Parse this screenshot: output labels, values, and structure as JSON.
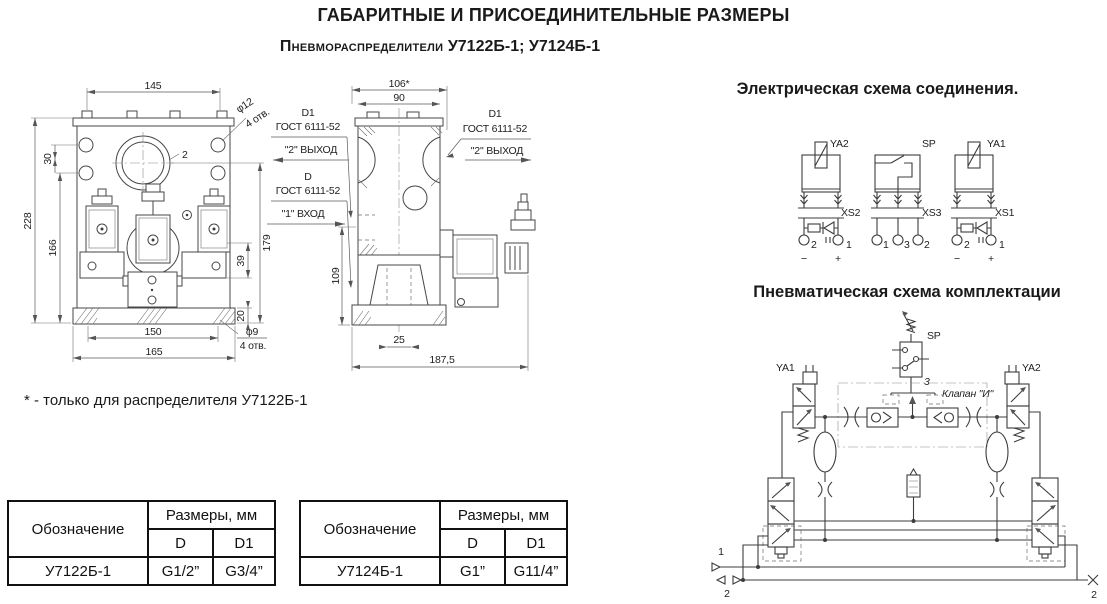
{
  "page": {
    "title": "ГАБАРИТНЫЕ И ПРИСОЕДИНИТЕЛЬНЫЕ РАЗМЕРЫ",
    "subtitle_word": "Пневмораспределители",
    "subtitle_models": "У7122Б-1; У7124Б-1",
    "footnote": "* - только для распределителя У7122Б-1"
  },
  "front": {
    "d145": "145",
    "d228": "228",
    "d166": "166",
    "d30": "30",
    "d179": "179",
    "d39": "39",
    "d20": "20",
    "d150": "150",
    "d165": "165",
    "phi12": "φ12",
    "phi12_qty": "4 отв.",
    "phi9": "φ9",
    "phi9_qty": "4 отв.",
    "port2": "2",
    "d1": "D1",
    "gost_d1": "ГОСТ 6111-52",
    "out2": "\"2\" ВЫХОД",
    "d": "D",
    "gost_d": "ГОСТ 6111-52",
    "in1": "\"1\" ВХОД"
  },
  "side": {
    "d106": "106*",
    "d90": "90",
    "d109": "109",
    "d25": "25",
    "d1875": "187,5",
    "d1": "D1",
    "gost": "ГОСТ 6111-52",
    "out2": "\"2\" ВЫХОД"
  },
  "electrical": {
    "title": "Электрическая схема соединения.",
    "ya2": "YA2",
    "sp": "SP",
    "ya1": "YA1",
    "xs2": "XS2",
    "xs3": "XS3",
    "xs1": "XS1",
    "n1": "1",
    "n2": "2",
    "n3": "3",
    "minus": "−",
    "plus": "+"
  },
  "pneumatic": {
    "title": "Пневматическая схема комплектации",
    "sp": "SP",
    "ya1": "YA1",
    "ya2": "YA2",
    "and_valve": "Клапан \"И\"",
    "n3": "3",
    "p1": "1",
    "p2": "2"
  },
  "tables": {
    "t1": {
      "designation_header": "Обозначение",
      "sizes_header": "Размеры, мм",
      "d": "D",
      "d1": "D1",
      "model": "У7122Б-1",
      "d_val": "G1/2”",
      "d1_val": "G3/4”"
    },
    "t2": {
      "designation_header": "Обозначение",
      "sizes_header": "Размеры, мм",
      "d": "D",
      "d1": "D1",
      "model": "У7124Б-1",
      "d_val": "G1”",
      "d1_val": "G11/4”"
    }
  }
}
